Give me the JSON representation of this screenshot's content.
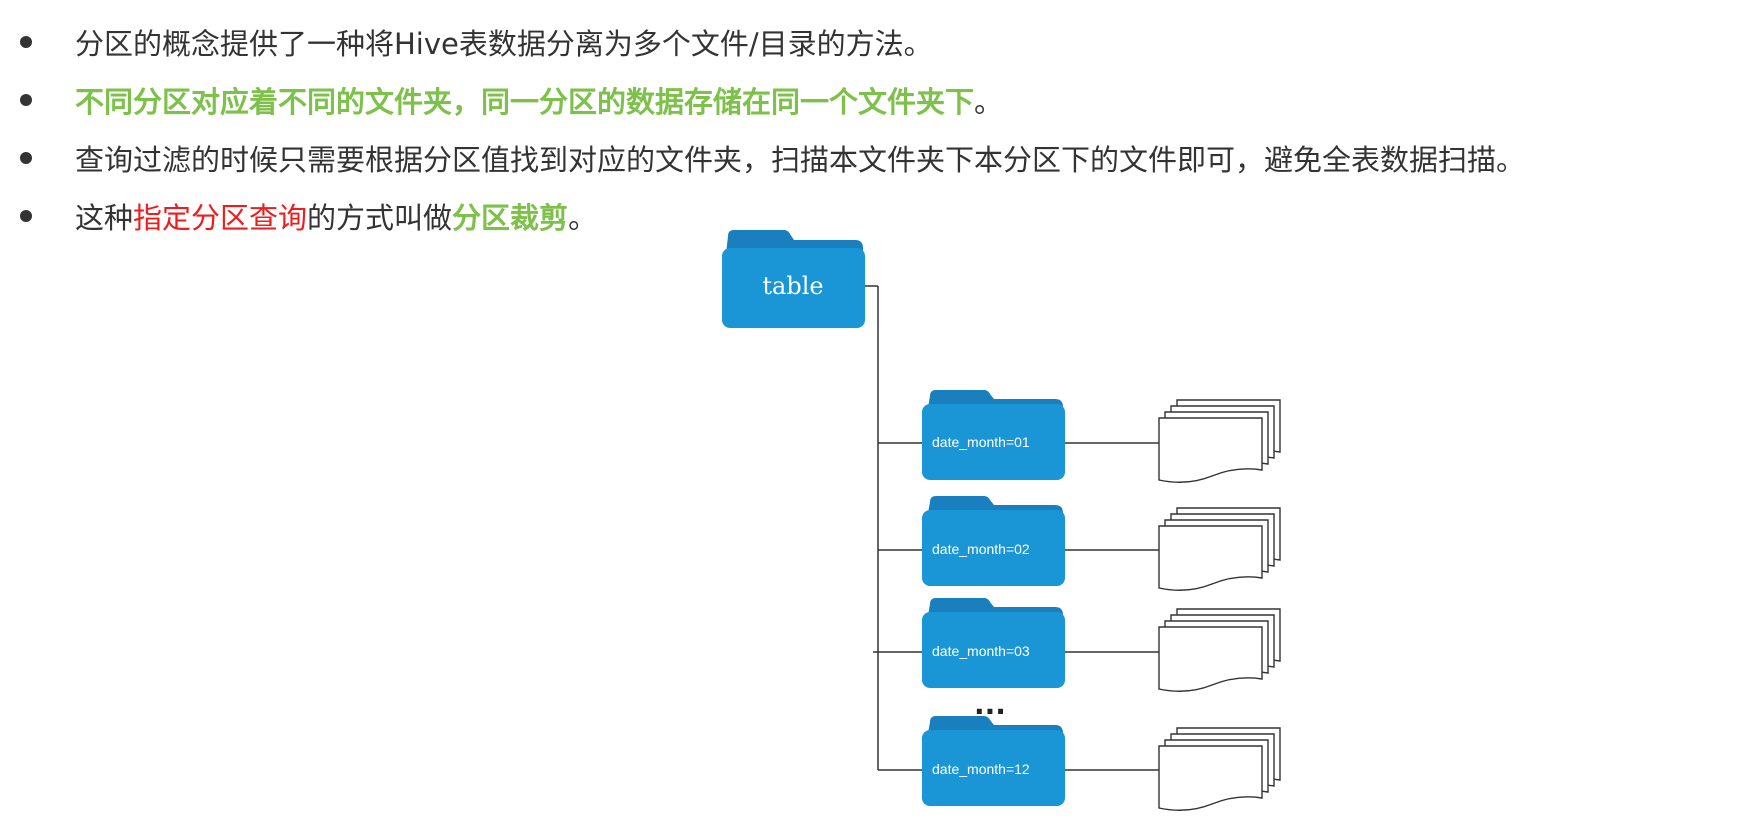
{
  "bullets": [
    {
      "segments": [
        {
          "text": "分区的概念提供了一种将Hive表数据分离为多个文件/目录的方法。",
          "style": "normal"
        }
      ]
    },
    {
      "segments": [
        {
          "text": "不同分区对应着不同的文件夹，同一分区的数据存储在同一个文件夹下",
          "style": "green"
        },
        {
          "text": "。",
          "style": "normal"
        }
      ]
    },
    {
      "segments": [
        {
          "text": "查询过滤的时候只需要根据分区值找到对应的文件夹，扫描本文件夹下本分区下的文件即可，避免全表数据扫描。",
          "style": "normal"
        }
      ]
    },
    {
      "segments": [
        {
          "text": "这种",
          "style": "normal"
        },
        {
          "text": "指定分区查询",
          "style": "red"
        },
        {
          "text": "的方式叫做",
          "style": "normal"
        },
        {
          "text": "分区裁剪",
          "style": "green"
        },
        {
          "text": "。",
          "style": "normal"
        }
      ]
    }
  ],
  "diagram": {
    "root_label": "table",
    "partitions": [
      "date_month=01",
      "date_month=02",
      "date_month=03",
      "date_month=12"
    ],
    "ellipsis": "...",
    "folder_color": "#1a96d6",
    "folder_tab_color": "#1a7fbf"
  },
  "colors": {
    "text": "#333333",
    "green": "#7dc14a",
    "red": "#ee1c1c"
  }
}
